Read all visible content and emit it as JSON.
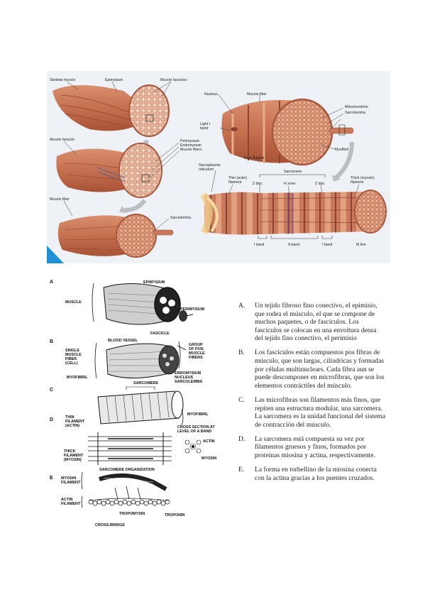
{
  "top_figure": {
    "labels": {
      "skeletal_muscle": "Skeletal muscle",
      "epimysium": "Epimysium",
      "muscle_fascicles": "Muscle fascicles",
      "muscle_fascicle": "Muscle fascicle",
      "perimysium": "Perimysium",
      "endomysium": "Endomysium",
      "muscle_fibers": "Muscle fibers",
      "muscle_fiber_left": "Muscle fiber",
      "sarcolemma_left": "Sarcolemma",
      "nucleus": "Nucleus",
      "muscle_fiber_right": "Muscle fiber",
      "mitochondrion": "Mitochondrion",
      "sarcolemma_right": "Sarcolemma",
      "light_i_band": "Light I\nband",
      "myofibril": "Myofibril",
      "dark_a_band": "Dark A band",
      "sarcoplasmic_reticulum": "Sarcoplasmic\nreticulum",
      "sarcomere": "Sarcomere",
      "thin_filament": "Thin (actin)\nfilament",
      "z_disc_1": "Z disc",
      "h_zone": "H zone",
      "z_disc_2": "Z disc",
      "thick_filament": "Thick (myosin)\nfilament",
      "i_band_1": "I band",
      "a_band": "A band",
      "i_band_2": "I band",
      "m_line": "M line"
    }
  },
  "bottom_figure": {
    "labels": {
      "A": "A",
      "muscle": "MUSCLE",
      "epimysium": "EPIMYSIUM",
      "perimysium": "PERIMYSIUM",
      "fascicle": "FASCICLE",
      "B": "B",
      "blood_vessel": "BLOOD VESSEL",
      "single_muscle_fiber": "SINGLE\nMUSCLE\nFIBER\n(CELL)",
      "group_of_five": "GROUP\nOF FIVE\nMUSCLE\nFIBERS",
      "myofibril_b": "MYOFIBRIL",
      "endomysium": "ENDOMYSIUM",
      "nucleus": "NUCLEUS",
      "sarcolemma": "SARCOLEMMA",
      "C": "C",
      "sarcomere": "SARCOMERE",
      "D": "D",
      "thin_filament": "THIN\nFILAMENT\n(ACTIN)",
      "myofibril_d": "MYOFIBRIL",
      "cross_section": "CROSS SECTION AT\nLEVEL OF A BAND",
      "actin": "ACTIN",
      "thick_filament": "THICK\nFILAMENT\n(MYOSIN)",
      "myosin": "MYOSIN",
      "sarcomere_org": "SARCOMERE ORGANIZATION",
      "E": "E",
      "myosin_filament": "MYOSIN\nFILAMENT",
      "actin_filament": "ACTIN\nFILAMENT",
      "tropomyosin": "TROPOMYSIN",
      "troponin": "TROPONIN",
      "cross_bridge": "CROSS-BRIDGE"
    }
  },
  "descriptions": [
    {
      "marker": "A.",
      "text": "Un tejido fibroso fino conectivo, el epimisio, que rodea el músculo, el que se compone de muchos paquetes, o de fascículos. Los fascículos se colocan en una envoltura densa del tejido fino conectivo, el perimisio"
    },
    {
      "marker": "B.",
      "text": "Los fascículos están compuestos pos fibras de músculo, que son largas, cilíndricas y formadas por células multinuclears. Cada fibra aun se puede descomponer en microfibras, que son los elementos contráctiles del músculo."
    },
    {
      "marker": "C.",
      "text": "Las microfibras son filamentos más finos, que repiten una estructura modular, una sarcomera. La sarcomera es la unidad funcional del sistema de contracción del músculo."
    },
    {
      "marker": "D.",
      "text": "La sarcomera está compuesta su vez por filamentos gruesos y finos, formados por proteínas miosina y actina, respectivamente."
    },
    {
      "marker": "E.",
      "text": "La forma en torbellino de la miosina conecta con la actina gracias a los puentes cruzados."
    }
  ],
  "colors": {
    "muscle": "#c97a5c",
    "muscle_dark": "#a8573d",
    "fascicle_fill": "#e6b49a",
    "panel_bg": "#eef2f6",
    "accent_triangle": "#1f8fd6"
  }
}
